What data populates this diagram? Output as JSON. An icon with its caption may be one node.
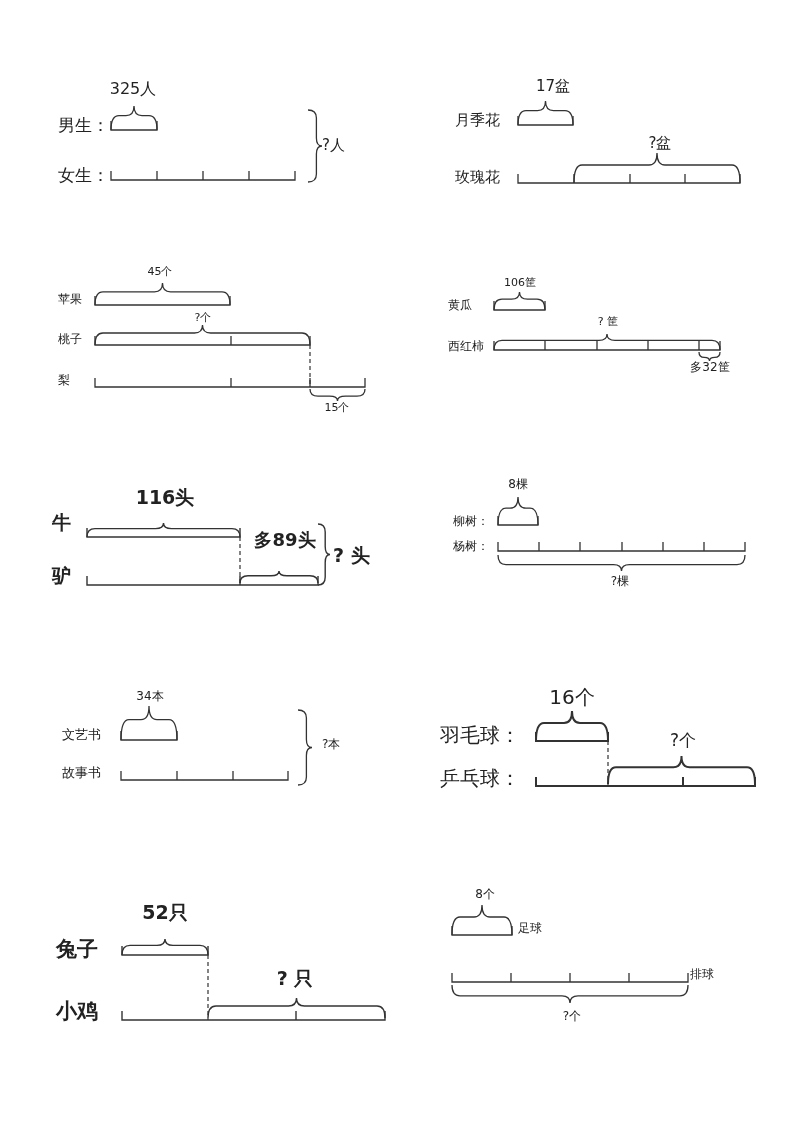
{
  "diagram": {
    "labels": [
      "325人",
      "男生：",
      "女生：",
      "?人",
      "17盆",
      "月季花",
      "?盆",
      "玫瑰花",
      "45个",
      "苹果",
      "?个",
      "桃子",
      "梨",
      "15个",
      "106筐",
      "黄瓜",
      "? 筐",
      "西红柿",
      "多32筐",
      "116头",
      "牛",
      "多89头",
      "? 头",
      "驴",
      "8棵",
      "柳树：",
      "杨树：",
      "?棵",
      "34本",
      "文艺书",
      "?本",
      "故事书",
      "16个",
      "羽毛球：",
      "?个",
      "乒乓球：",
      "52只",
      "兔子",
      "? 只",
      "小鸡",
      "8个",
      "足球",
      "排球",
      "?个"
    ]
  }
}
